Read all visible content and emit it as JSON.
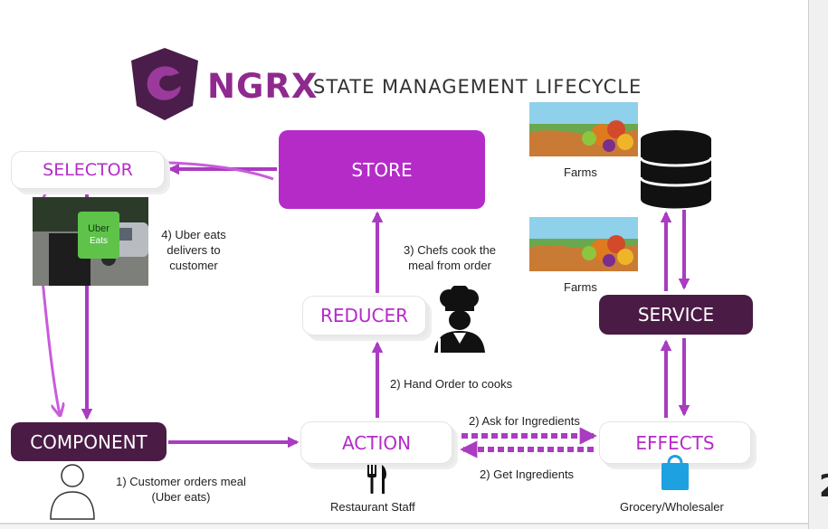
{
  "title": {
    "brand": "NGRX",
    "subtitle": "STATE MANAGEMENT LIFECYCLE"
  },
  "nodes": {
    "store": "STORE",
    "selector": "SELECTOR",
    "reducer": "REDUCER",
    "component": "COMPONENT",
    "action": "ACTION",
    "effects": "EFFECTS",
    "service": "SERVICE"
  },
  "annotations": {
    "uber_line1": "4) Uber eats",
    "uber_line2": "delivers to",
    "uber_line3": "customer",
    "chefs_line1": "3) Chefs cook the",
    "chefs_line2": "meal from order",
    "hand_order": "2) Hand Order to cooks",
    "ask_ingredients": "2) Ask for Ingredients",
    "get_ingredients": "2) Get Ingredients",
    "customer_line1": "1) Customer orders meal",
    "customer_line2": "(Uber eats)",
    "restaurant_staff": "Restaurant Staff",
    "grocery": "Grocery/Wholesaler",
    "farms_top": "Farms",
    "farms_bottom": "Farms"
  },
  "photo_text": {
    "uber_bag_line1": "Uber",
    "uber_bag_line2": "Eats"
  },
  "colors": {
    "accent": "#b52bc8",
    "dark": "#4a1b45",
    "arrow": "#a93cc0",
    "logo": "#4b1d4b"
  }
}
